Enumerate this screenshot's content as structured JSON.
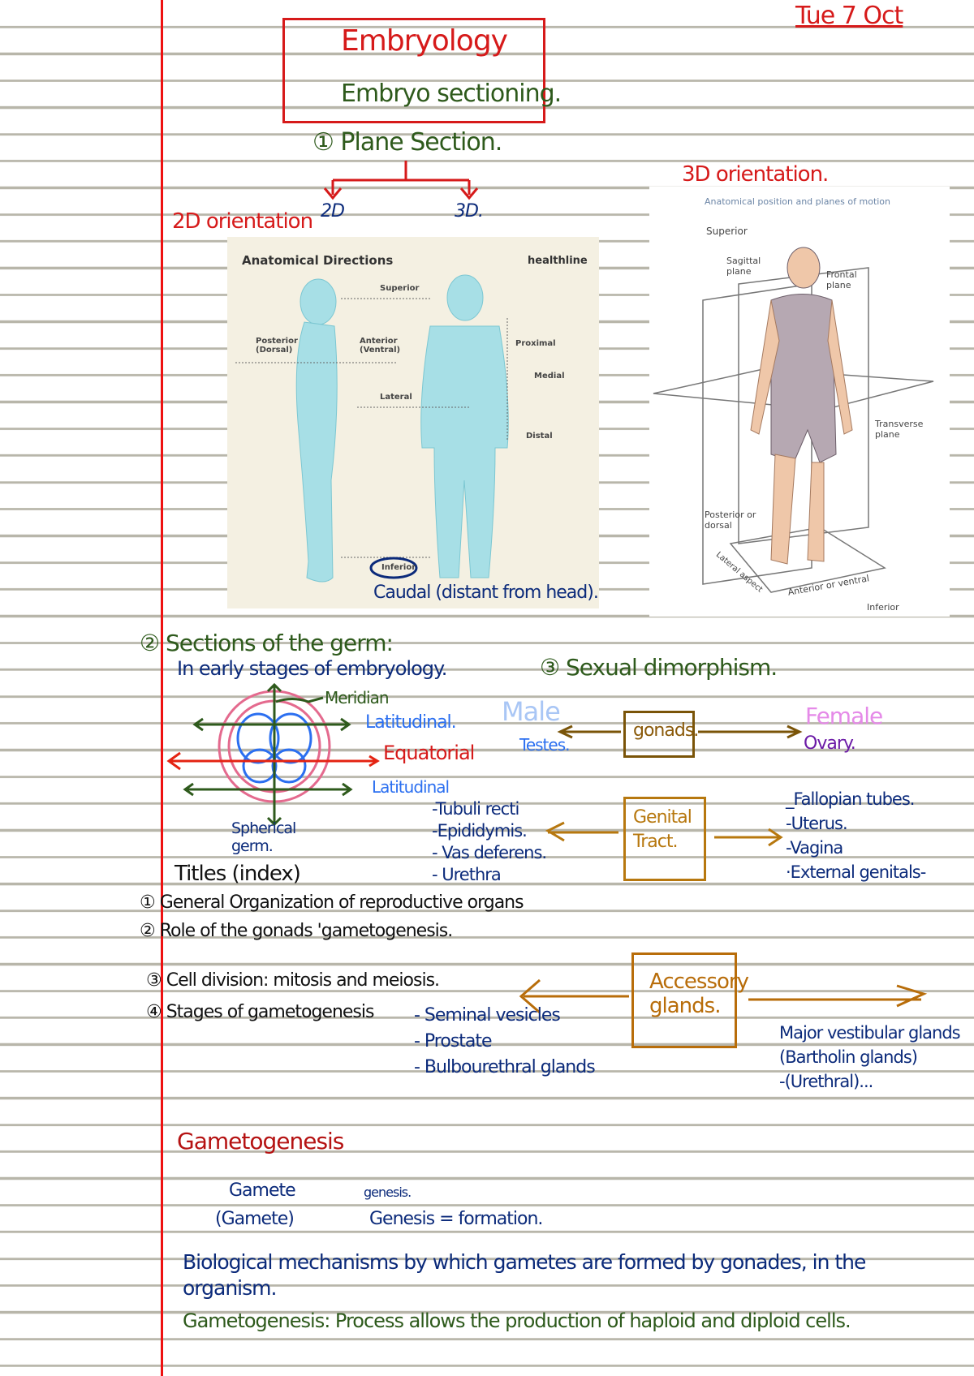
{
  "date": "Tue 7 Oct",
  "title": {
    "subject": "Embryology",
    "topic": "Embryo sectioning."
  },
  "section1": {
    "heading": "① Plane Section.",
    "branch_2d": "2D",
    "branch_3d": "3D.",
    "label_2d": "2D orientation",
    "label_3d": "3D orientation."
  },
  "figure_2d": {
    "title": "Anatomical Directions",
    "labels": [
      "Superior",
      "Posterior (Dorsal)",
      "Anterior (Ventral)",
      "Proximal",
      "Medial",
      "Lateral",
      "Distal",
      "Inferior"
    ],
    "brand": "healthline",
    "note": "Caudal (distant from head)."
  },
  "figure_3d": {
    "title": "Anatomical position and planes of motion",
    "labels": [
      "Superior",
      "Sagittal plane",
      "Frontal plane",
      "Transverse plane",
      "Posterior or dorsal",
      "Lateral aspect",
      "Anterior or ventral",
      "Inferior"
    ]
  },
  "section2": {
    "heading": "② Sections of the germ:",
    "subheading": "In early stages of embryology.",
    "labels": {
      "meridian": "Meridian",
      "latitudinal_top": "Latitudinal.",
      "equatorial": "Equatorial",
      "latitudinal_bottom": "Latitudinal",
      "sphere": "Spherical germ."
    }
  },
  "index": {
    "title": "Titles (index)",
    "items": [
      "① General Organization of reproductive organs",
      "② Role of the gonads 'gametogenesis.",
      "③ Cell division: mitosis and meiosis.",
      "④ Stages of gametogenesis"
    ]
  },
  "section3": {
    "heading": "③ Sexual dimorphism.",
    "male": "Male",
    "female": "Female",
    "gonads": "gonads.",
    "testes": "Testes.",
    "ovary": "Ovary.",
    "genital_tract": "Genital Tract.",
    "male_tract": [
      "-Tubuli recti",
      "-Epididymis.",
      "- Vas deferens.",
      "- Urethra"
    ],
    "female_tract": [
      "_Fallopian tubes.",
      "-Uterus.",
      "-Vagina",
      "·External genitals-"
    ],
    "accessory": "Accessory glands.",
    "male_glands": [
      "- Seminal vesicles",
      "- Prostate",
      "- Bulbourethral glands"
    ],
    "female_glands": [
      "Major vestibular glands",
      "(Bartholin glands)",
      "-(Urethral)..."
    ]
  },
  "gametogenesis": {
    "title": "Gametogenesis",
    "gamete": "Gamete",
    "gamete_paren": "(Gamete)",
    "genesis": "genesis.",
    "genesis_def": "Genesis = formation.",
    "definition": "Biological mechanisms by which gametes are formed by gonades, in the organism.",
    "definition2": "Gametogenesis: Process allows the production of haploid and diploid cells."
  },
  "colors": {
    "margin": "#e11111",
    "title": "#d61a1a",
    "section": "#2e5a1c",
    "ink": "#0b2a7a",
    "box": "#8a5a0a"
  }
}
